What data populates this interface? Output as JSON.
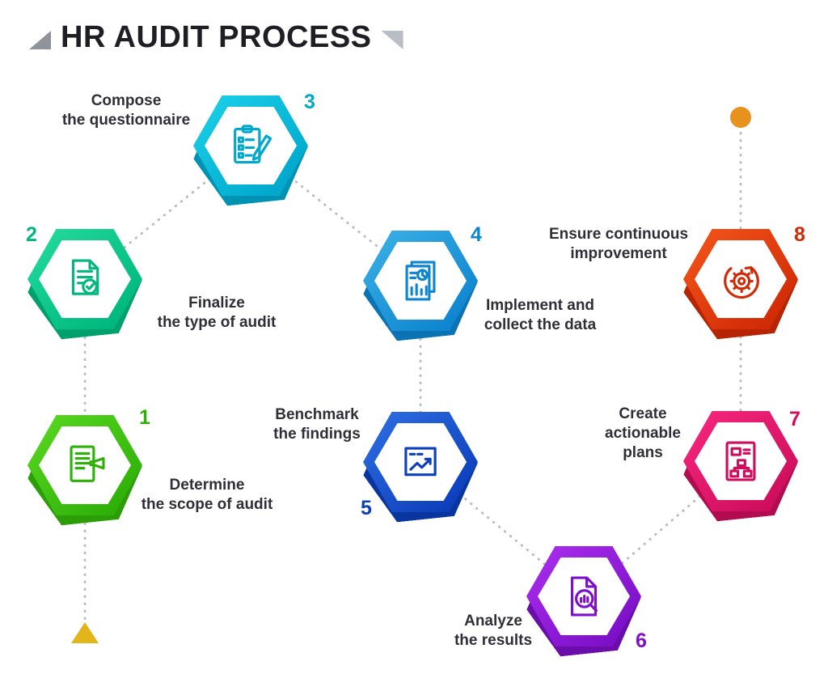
{
  "title": {
    "text": "HR AUDIT PROCESS"
  },
  "colors": {
    "dotted_line": "#bdbdbd",
    "text": "#2f2f38",
    "start_marker": "#e2b61a",
    "end_marker": "#e8921e"
  },
  "markers": {
    "start": "triangle-up",
    "end": "circle"
  },
  "steps": [
    {
      "number": "1",
      "label": "Determine\nthe scope of audit",
      "color": "#53d31d",
      "color2": "#2fb008",
      "shadow": "#2a9d07",
      "icon": "scope-list-icon"
    },
    {
      "number": "2",
      "label": "Finalize\nthe type of audit",
      "color": "#1fd598",
      "color2": "#00b87d",
      "shadow": "#00a06c",
      "icon": "document-check-icon"
    },
    {
      "number": "3",
      "label": "Compose\nthe questionnaire",
      "color": "#18cbe4",
      "color2": "#00a8cc",
      "shadow": "#0092b2",
      "icon": "questionnaire-pencil-icon"
    },
    {
      "number": "4",
      "label": "Implement and\ncollect the data",
      "color": "#35aae2",
      "color2": "#0e85cf",
      "shadow": "#0b73b4",
      "icon": "data-report-icon"
    },
    {
      "number": "5",
      "label": "Benchmark\nthe findings",
      "color": "#2a67dd",
      "color2": "#0d3fbb",
      "shadow": "#0b359e",
      "icon": "benchmark-chart-icon"
    },
    {
      "number": "6",
      "label": "Analyze\nthe results",
      "color": "#a32ae8",
      "color2": "#7c10c8",
      "shadow": "#6a0dab",
      "icon": "analyze-magnifier-icon"
    },
    {
      "number": "7",
      "label": "Create\nactionable\nplans",
      "color": "#f02479",
      "color2": "#ce0e5d",
      "shadow": "#b10c50",
      "icon": "plan-orgchart-icon"
    },
    {
      "number": "8",
      "label": "Ensure continuous\nimprovement",
      "color": "#ef4f17",
      "color2": "#d02b06",
      "shadow": "#b52504",
      "icon": "improvement-gear-icon"
    }
  ]
}
